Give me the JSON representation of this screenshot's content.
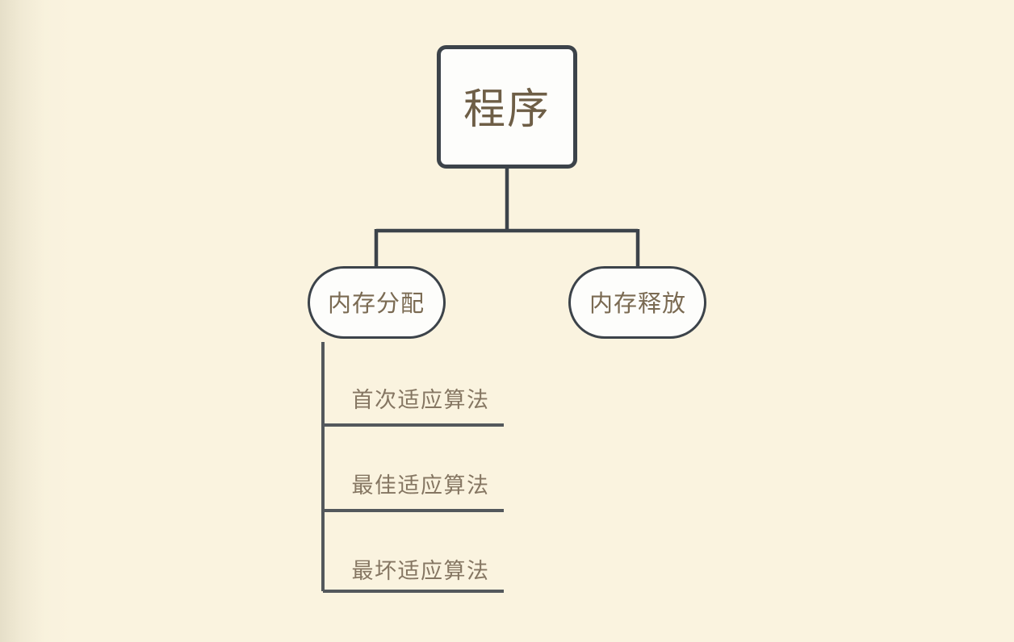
{
  "diagram": {
    "type": "tree-mindmap",
    "title_text": "程序",
    "background_color": "#faf3df",
    "root": {
      "label": "程序",
      "shape": "rounded-rectangle",
      "fill": "#fdfdfb",
      "stroke": "#3c434a",
      "text_color": "#6e5e46"
    },
    "branches": [
      {
        "label": "内存分配",
        "shape": "stadium",
        "fill": "#fdfdfb",
        "stroke": "#3c434a",
        "text_color": "#7a6a52"
      },
      {
        "label": "内存释放",
        "shape": "stadium",
        "fill": "#fdfdfb",
        "stroke": "#3c434a",
        "text_color": "#7a6a52"
      }
    ],
    "leaves": [
      {
        "label": "首次适应算法",
        "parent": "内存分配",
        "underline_color": "#53585c"
      },
      {
        "label": "最佳适应算法",
        "parent": "内存分配",
        "underline_color": "#53585c"
      },
      {
        "label": "最坏适应算法",
        "parent": "内存分配",
        "underline_color": "#53585c"
      }
    ],
    "connector_color": "#3c434a"
  }
}
